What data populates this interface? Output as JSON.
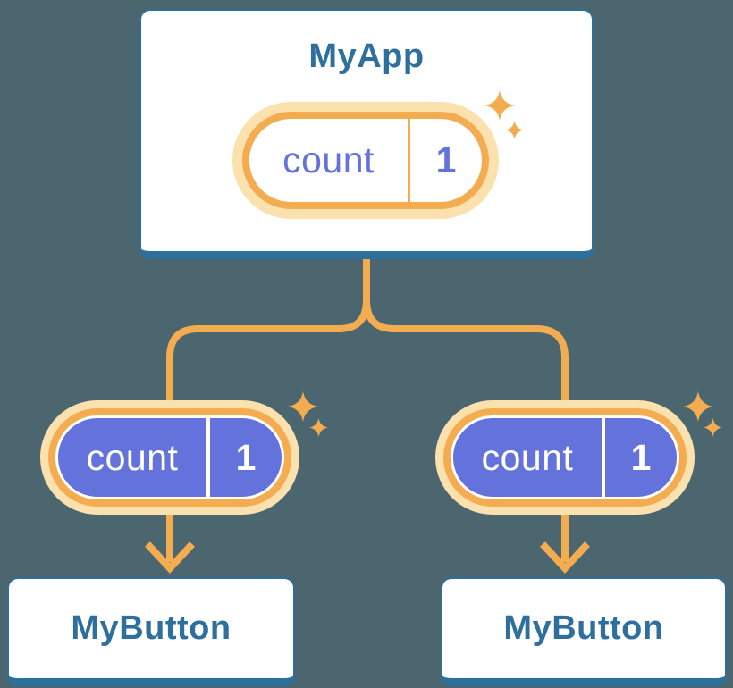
{
  "colors": {
    "background": "#4C6670",
    "card_fill": "#FFFFFF",
    "card_border_blue": "#2E709C",
    "component_text_blue": "#2F6F9E",
    "accent_gold": "#F4AC50",
    "halo_cream": "#FBE1AE",
    "state_purple": "#6473DC",
    "pill_text_white": "#FFFFFF"
  },
  "diagram": {
    "root": {
      "title": "MyApp",
      "state": {
        "name": "count",
        "value": "1"
      }
    },
    "children": [
      {
        "title": "MyButton",
        "prop": {
          "name": "count",
          "value": "1"
        }
      },
      {
        "title": "MyButton",
        "prop": {
          "name": "count",
          "value": "1"
        }
      }
    ]
  }
}
